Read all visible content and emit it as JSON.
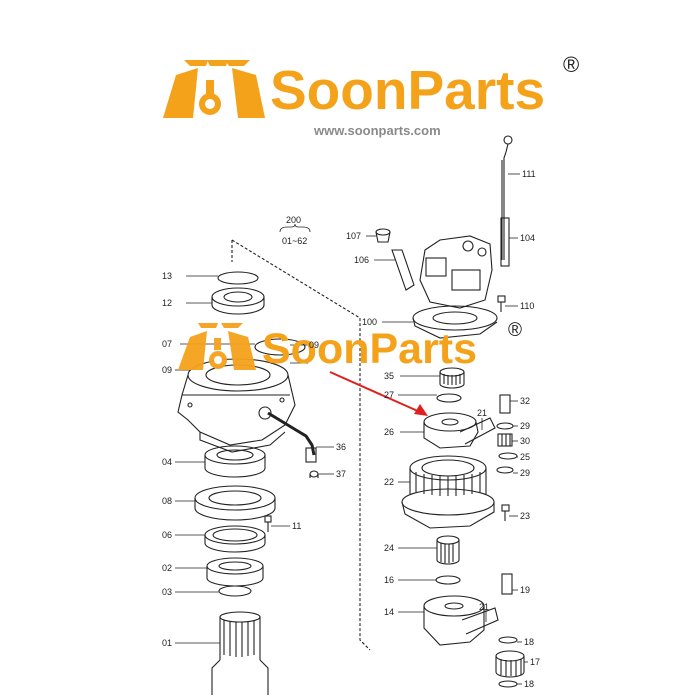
{
  "brand": {
    "name": "SoonParts",
    "reg_mark": "®",
    "url": "www.soonparts.com",
    "color": "#f5a21b"
  },
  "assembly": {
    "number": "200",
    "range": "01~62"
  },
  "parts_left": {
    "p13": "13",
    "p12": "12",
    "p07": "07",
    "p09a": "09",
    "p09b": "09",
    "p36": "36",
    "p37": "37",
    "p04": "04",
    "p08": "08",
    "p11": "11",
    "p06": "06",
    "p02": "02",
    "p03": "03",
    "p01": "01"
  },
  "parts_right": {
    "p111": "111",
    "p107": "107",
    "p104": "104",
    "p106": "106",
    "p110": "110",
    "p100": "100",
    "p35": "35",
    "p27": "27",
    "p32": "32",
    "p21a": "21",
    "p29a": "29",
    "p26": "26",
    "p30": "30",
    "p25": "25",
    "p29b": "29",
    "p22": "22",
    "p23": "23",
    "p24": "24",
    "p16": "16",
    "p19": "19",
    "p14": "14",
    "p21b": "21",
    "p18a": "18",
    "p17": "17",
    "p18b": "18"
  }
}
